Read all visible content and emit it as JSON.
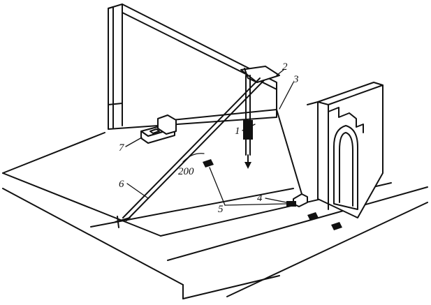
{
  "diagram": {
    "labels": {
      "l1": "1",
      "l2": "2",
      "l3": "3",
      "l4": "4",
      "l5": "5",
      "l6": "6",
      "l7": "7",
      "dim": "200"
    }
  }
}
